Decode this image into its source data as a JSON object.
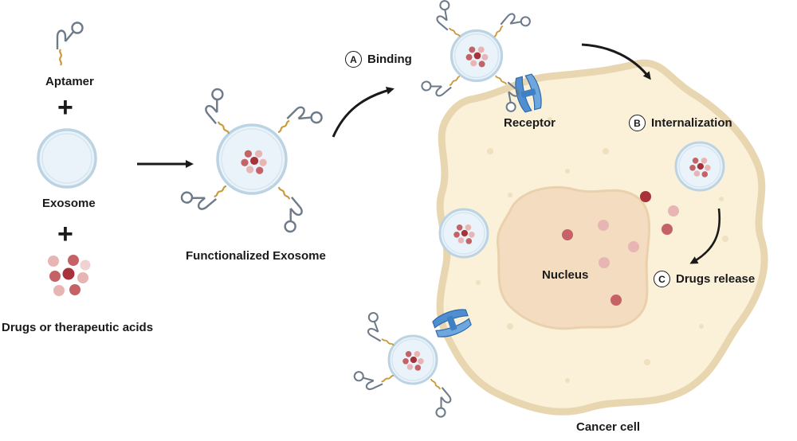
{
  "labels": {
    "aptamer": "Aptamer",
    "exosome": "Exosome",
    "drugs": "Drugs or therapeutic acids",
    "functionalized_exosome": "Functionalized Exosome",
    "receptor": "Receptor",
    "nucleus": "Nucleus",
    "cancer_cell": "Cancer cell"
  },
  "steps": [
    {
      "letter": "A",
      "label": "Binding"
    },
    {
      "letter": "B",
      "label": "Internalization"
    },
    {
      "letter": "C",
      "label": "Drugs release"
    }
  ],
  "operators": {
    "plus": "+"
  },
  "colors": {
    "cell_fill": "#fbf1d8",
    "cell_border": "#e8d6b0",
    "nucleus_fill": "#f3dcc0",
    "exosome_fill": "#eaf3fa",
    "exosome_border": "#bcd3e3",
    "drug_dark": "#a8323a",
    "drug_mid": "#c46266",
    "drug_light": "#e7b5b3",
    "receptor": "#4f8fd1",
    "aptamer_stem": "#6c7a89",
    "linker": "#c99a3b"
  },
  "icons": [
    "aptamer-icon",
    "exosome-icon",
    "drug-cluster-icon",
    "receptor-icon",
    "arrow-icon"
  ]
}
